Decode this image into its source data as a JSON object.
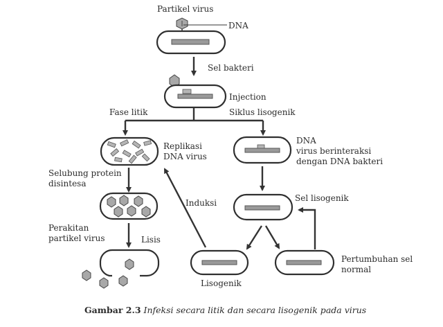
{
  "labels": {
    "partikel_virus": "Partikel virus",
    "dna_top": "DNA",
    "sel_bakteri": "Sel bakteri",
    "injection": "Injection",
    "fase_litik": "Fase litik",
    "siklus_lisogenik": "Siklus lisogenik",
    "replikasi_1": "Replikasi",
    "replikasi_2": "DNA virus",
    "dna_virus_1": "DNA",
    "dna_virus_2": "virus berinteraksi",
    "dna_virus_3": "dengan DNA bakteri",
    "selubung_1": "Selubung protein",
    "selubung_2": "disintesa",
    "induksi": "Induksi",
    "sel_lisogenik": "Sel lisogenik",
    "perakitan_1": "Perakitan",
    "perakitan_2": "partikel virus",
    "lisis": "Lisis",
    "pertumbuhan_1": "Pertumbuhan sel",
    "pertumbuhan_2": "normal",
    "lisogenik": "Lisogenik"
  },
  "caption": {
    "number": "Gambar 2.3",
    "text": "Infeksi secara litik dan secara lisogenik pada virus"
  }
}
